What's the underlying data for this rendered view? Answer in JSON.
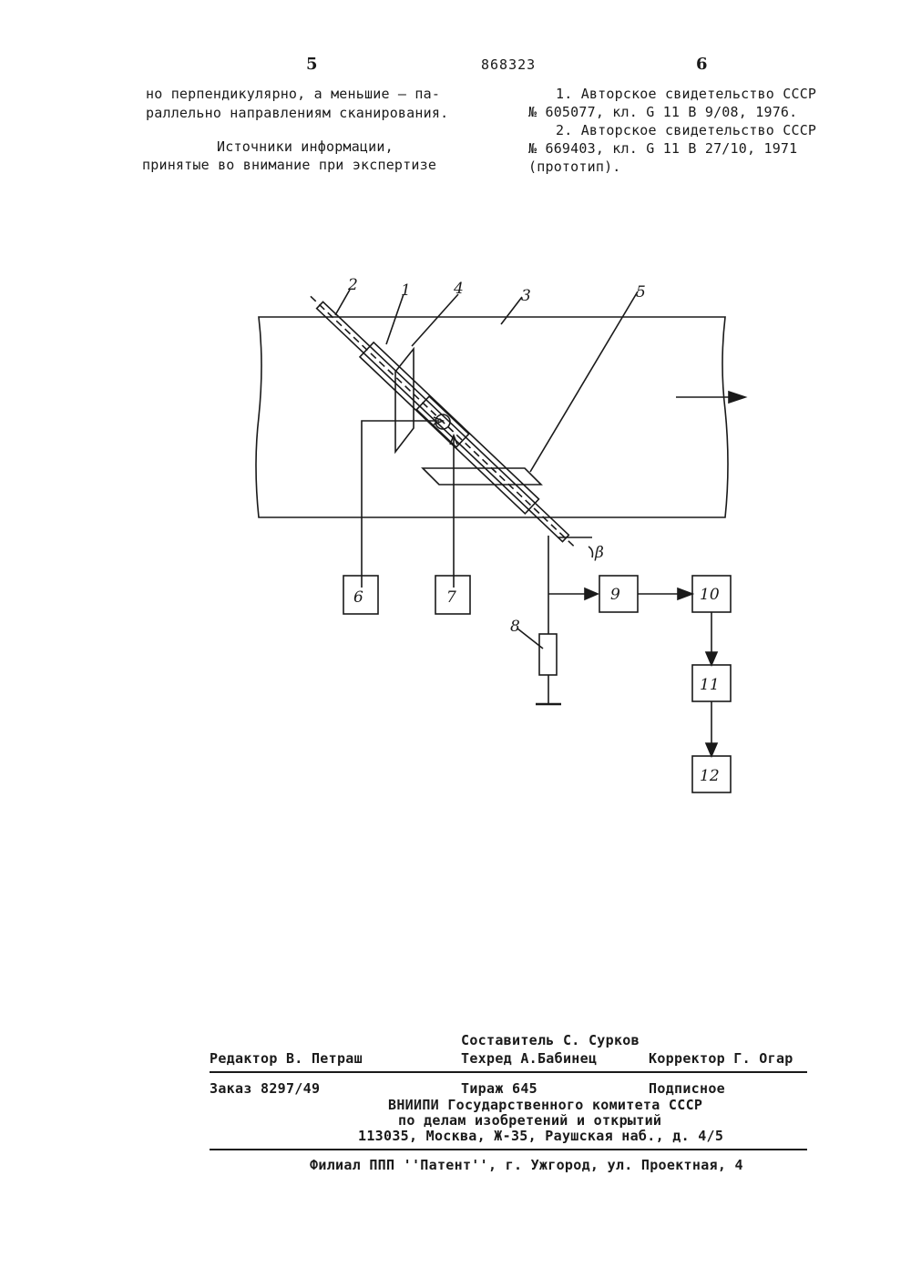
{
  "header": {
    "page_left": "5",
    "doc_number": "868323",
    "page_right": "6"
  },
  "left_col": {
    "line1": "но перпендикулярно, а меньшие – па-",
    "line2": "раллельно направлениям сканирования.",
    "sources_title": "Источники информации,",
    "sources_sub": "принятые во внимание при экспертизе"
  },
  "right_col": {
    "ref1_a": "1. Авторское свидетельство СССР",
    "ref1_b": "№ 605077, кл. G 11 B 9/08, 1976.",
    "ref2_a": "2. Авторское свидетельство СССР",
    "ref2_b": "№ 669403, кл. G 11 B 27/10, 1971",
    "ref2_c": "(прототип)."
  },
  "diagram": {
    "labels": {
      "l1": "1",
      "l2": "2",
      "l3": "3",
      "l4": "4",
      "l5": "5",
      "l6": "6",
      "l7": "7",
      "l8": "8",
      "l9": "9",
      "l10": "10",
      "l11": "11",
      "l12": "12",
      "beta": "β"
    }
  },
  "imprint": {
    "compiler": "Составитель С. Сурков",
    "editor": "Редактор В. Петраш",
    "techred": "Техред А.Бабинец",
    "corrector": "Корректор Г. Огар",
    "order": "Заказ 8297/49",
    "tirazh": "Тираж 645",
    "podpisnoe": "Подписное",
    "org1": "ВНИИПИ Государственного комитета СССР",
    "org2": "по делам изобретений и открытий",
    "address": "113035, Москва, Ж-35, Раушская наб., д. 4/5",
    "branch": "Филиал ППП ''Патент'', г. Ужгород, ул. Проектная, 4"
  }
}
